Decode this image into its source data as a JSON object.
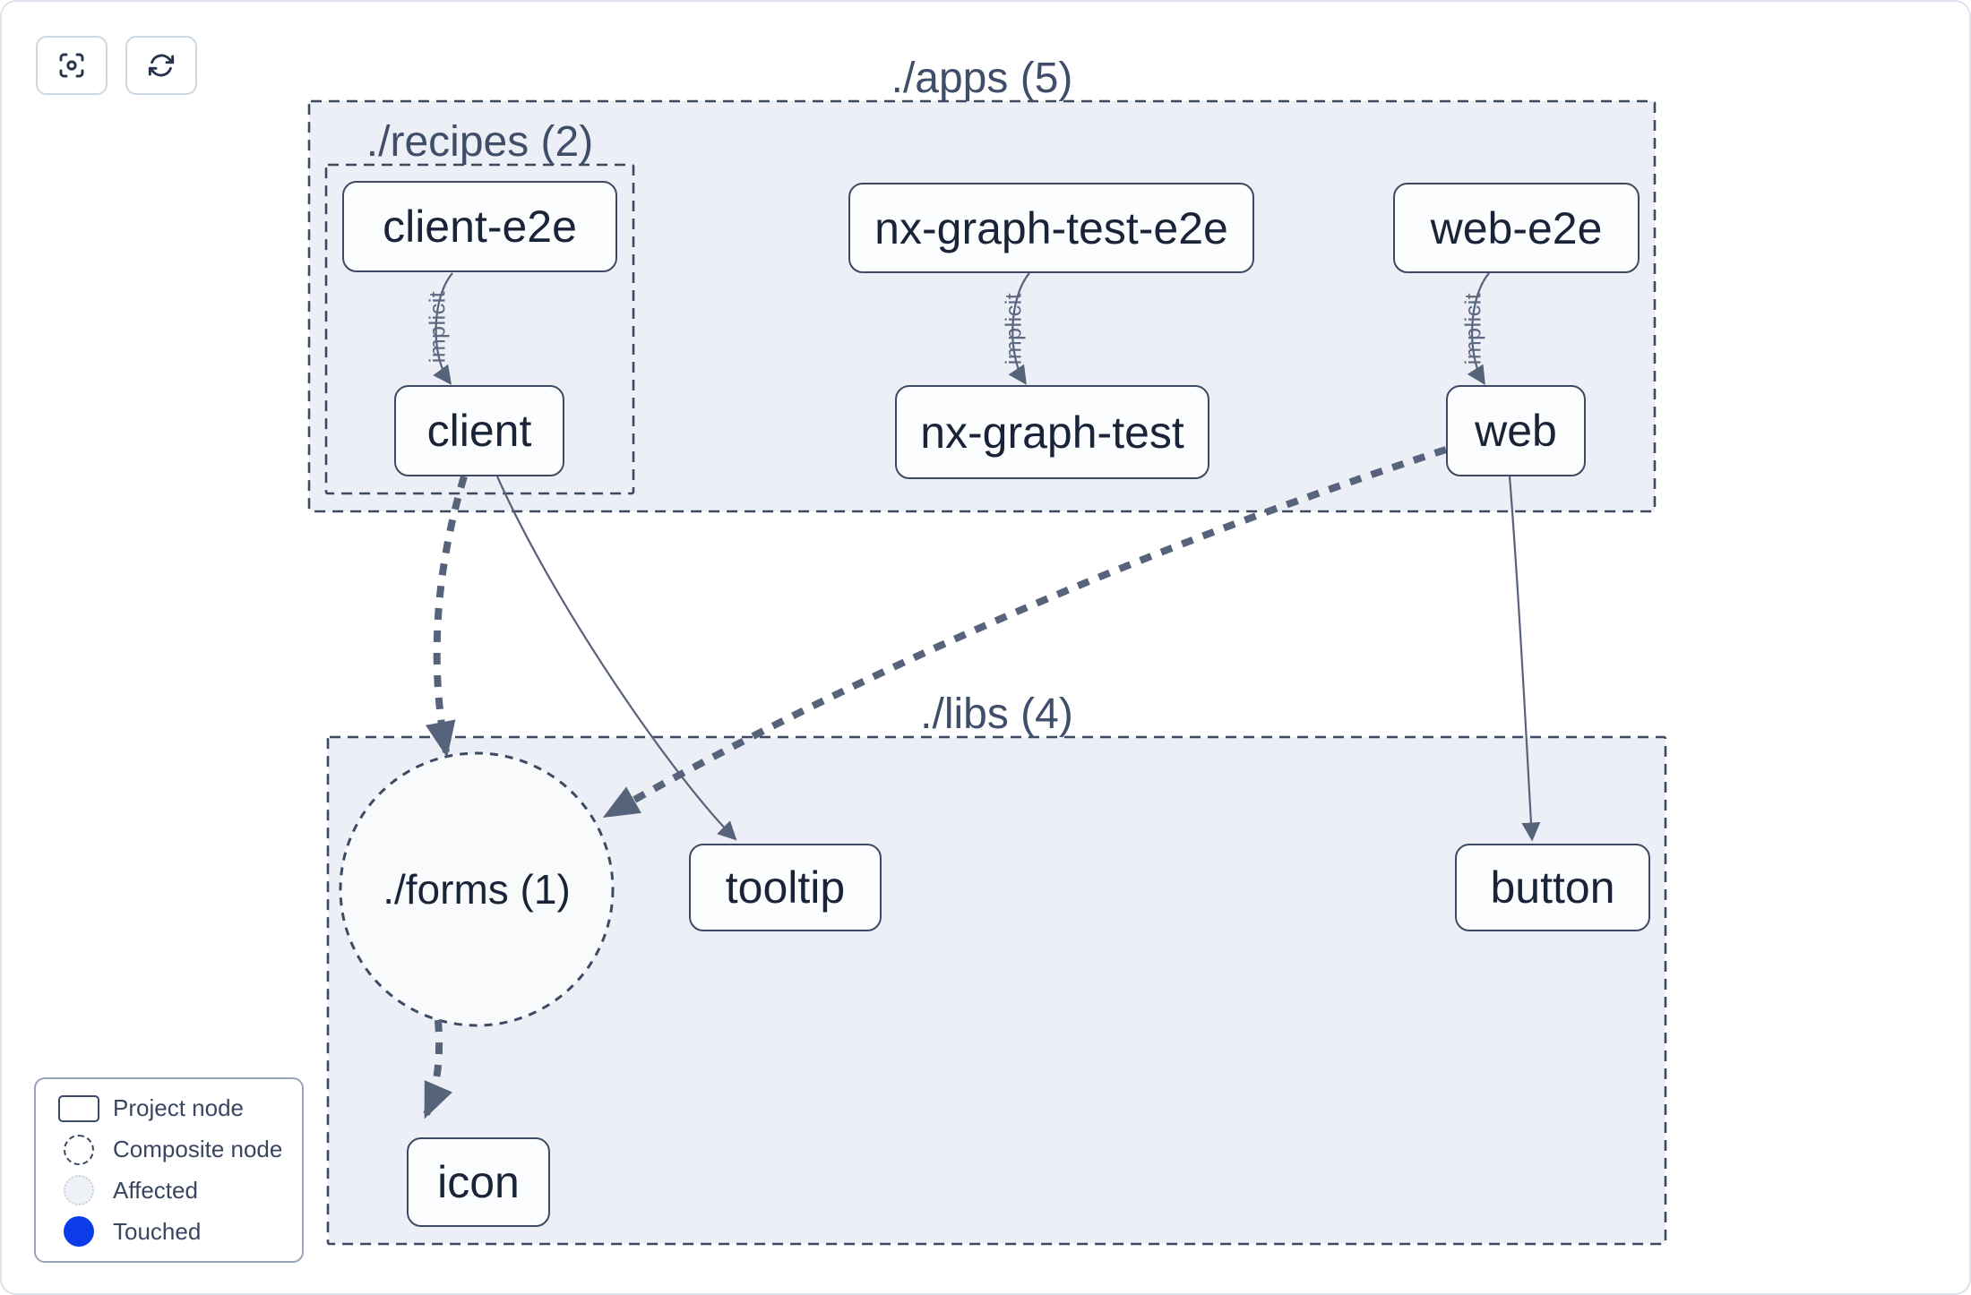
{
  "toolbar": {
    "buttons": [
      {
        "name": "focus",
        "icon": "focus-icon"
      },
      {
        "name": "refresh",
        "icon": "refresh-icon"
      }
    ]
  },
  "graph": {
    "groups": [
      {
        "id": "apps",
        "label": "./apps (5)"
      },
      {
        "id": "recipes",
        "label": "./recipes (2)"
      },
      {
        "id": "libs",
        "label": "./libs (4)"
      }
    ],
    "composite": {
      "id": "forms",
      "label": "./forms (1)"
    },
    "nodes": [
      {
        "id": "client-e2e",
        "label": "client-e2e"
      },
      {
        "id": "nx-graph-test-e2e",
        "label": "nx-graph-test-e2e"
      },
      {
        "id": "web-e2e",
        "label": "web-e2e"
      },
      {
        "id": "client",
        "label": "client"
      },
      {
        "id": "nx-graph-test",
        "label": "nx-graph-test"
      },
      {
        "id": "web",
        "label": "web"
      },
      {
        "id": "tooltip",
        "label": "tooltip"
      },
      {
        "id": "button",
        "label": "button"
      },
      {
        "id": "icon",
        "label": "icon"
      }
    ],
    "edges": [
      {
        "from": "client-e2e",
        "to": "client",
        "label": "implicit",
        "style": "solid"
      },
      {
        "from": "nx-graph-test-e2e",
        "to": "nx-graph-test",
        "label": "implicit",
        "style": "solid"
      },
      {
        "from": "web-e2e",
        "to": "web",
        "label": "implicit",
        "style": "solid"
      },
      {
        "from": "client",
        "to": "tooltip",
        "label": "",
        "style": "solid"
      },
      {
        "from": "web",
        "to": "button",
        "label": "",
        "style": "solid"
      },
      {
        "from": "client",
        "to": "./forms",
        "label": "",
        "style": "thick-dashed"
      },
      {
        "from": "web",
        "to": "./forms",
        "label": "",
        "style": "thick-dashed"
      },
      {
        "from": "./forms",
        "to": "icon",
        "label": "",
        "style": "thick-dashed"
      }
    ]
  },
  "legend": {
    "items": [
      {
        "label": "Project node",
        "shape": "rect"
      },
      {
        "label": "Composite node",
        "shape": "dashed-circle"
      },
      {
        "label": "Affected",
        "shape": "affected-circle"
      },
      {
        "label": "Touched",
        "shape": "touched-circle"
      }
    ]
  },
  "colors": {
    "touched_blue": "#0c3be8",
    "container_fill": "#ecf0f6",
    "container_border": "#3c4961",
    "node_border": "#3e4a63",
    "node_text": "#1a2438",
    "edge": "#57627b",
    "group_label": "#414e69"
  }
}
